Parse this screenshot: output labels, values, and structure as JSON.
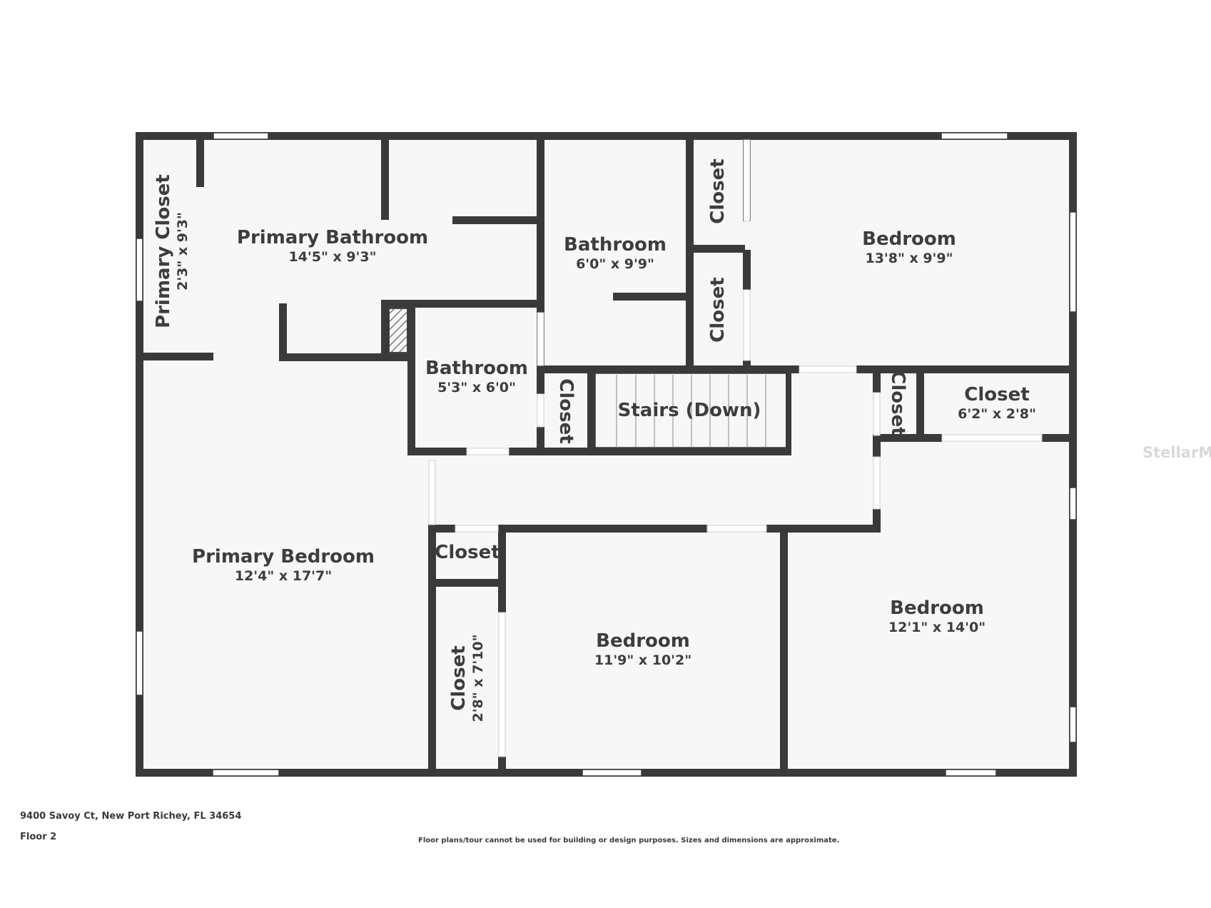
{
  "rooms": [
    {
      "name": "Primary Closet",
      "dims": "2'3\" x 9'3\""
    },
    {
      "name": "Primary Bathroom",
      "dims": "14'5\" x 9'3\""
    },
    {
      "name": "Bathroom",
      "dims": "6'0\" x 9'9\""
    },
    {
      "name": "Closet",
      "dims": ""
    },
    {
      "name": "Bedroom",
      "dims": "13'8\" x 9'9\""
    },
    {
      "name": "Closet",
      "dims": ""
    },
    {
      "name": "Bathroom",
      "dims": "5'3\" x 6'0\""
    },
    {
      "name": "Closet",
      "dims": ""
    },
    {
      "name": "Stairs (Down)",
      "dims": ""
    },
    {
      "name": "Closet",
      "dims": ""
    },
    {
      "name": "Closet",
      "dims": "6'2\" x 2'8\""
    },
    {
      "name": "Primary Bedroom",
      "dims": "12'4\" x 17'7\""
    },
    {
      "name": "Closet",
      "dims": ""
    },
    {
      "name": "Closet",
      "dims": "2'8\" x 7'10\""
    },
    {
      "name": "Bedroom",
      "dims": "11'9\" x 10'2\""
    },
    {
      "name": "Bedroom",
      "dims": "12'1\" x 14'0\""
    }
  ],
  "footer": {
    "address": "9400 Savoy Ct, New Port Richey, FL 34654",
    "floor": "Floor 2",
    "disclaimer": "Floor plans/tour cannot be used for building or design purposes. Sizes and dimensions are approximate."
  },
  "watermark": "StellarMLS",
  "colors": {
    "wall": "#3a3a3a",
    "floor": "#f7f7f7",
    "window": "#ffffff"
  }
}
